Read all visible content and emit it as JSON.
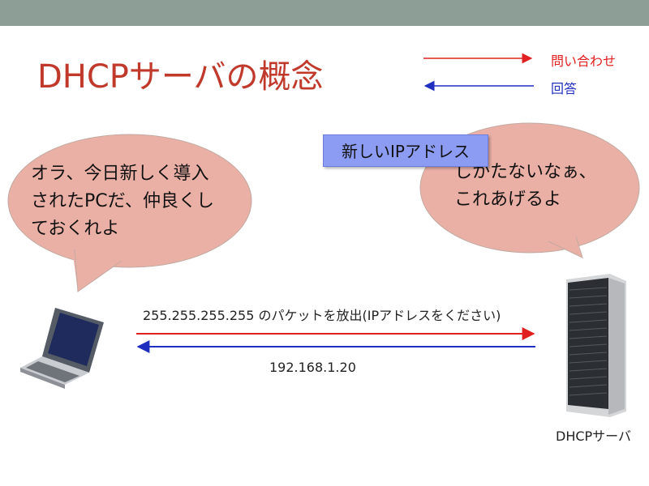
{
  "slide": {
    "title": "DHCPサーバの概念",
    "legend": {
      "request": {
        "label": "問い合わせ",
        "color": "#e0201f"
      },
      "response": {
        "label": "回答",
        "color": "#1f2fbf"
      }
    },
    "client_bubble": {
      "lines": [
        "オラ、今日新しく導入",
        "されたPCだ、仲良くし",
        "ておくれよ"
      ],
      "fill": "#eab0a6"
    },
    "server_bubble": {
      "lines": [
        "しかたないなぁ、",
        "これあげるよ"
      ],
      "fill": "#eab0a6"
    },
    "ip_label": "新しいIPアドレス",
    "request_text": "255.255.255.255 のパケットを放出(IPアドレスをください)",
    "response_text": "192.168.1.20",
    "server_label": "DHCPサーバ",
    "icons": {
      "client": "laptop-icon",
      "server": "server-rack-icon"
    }
  }
}
